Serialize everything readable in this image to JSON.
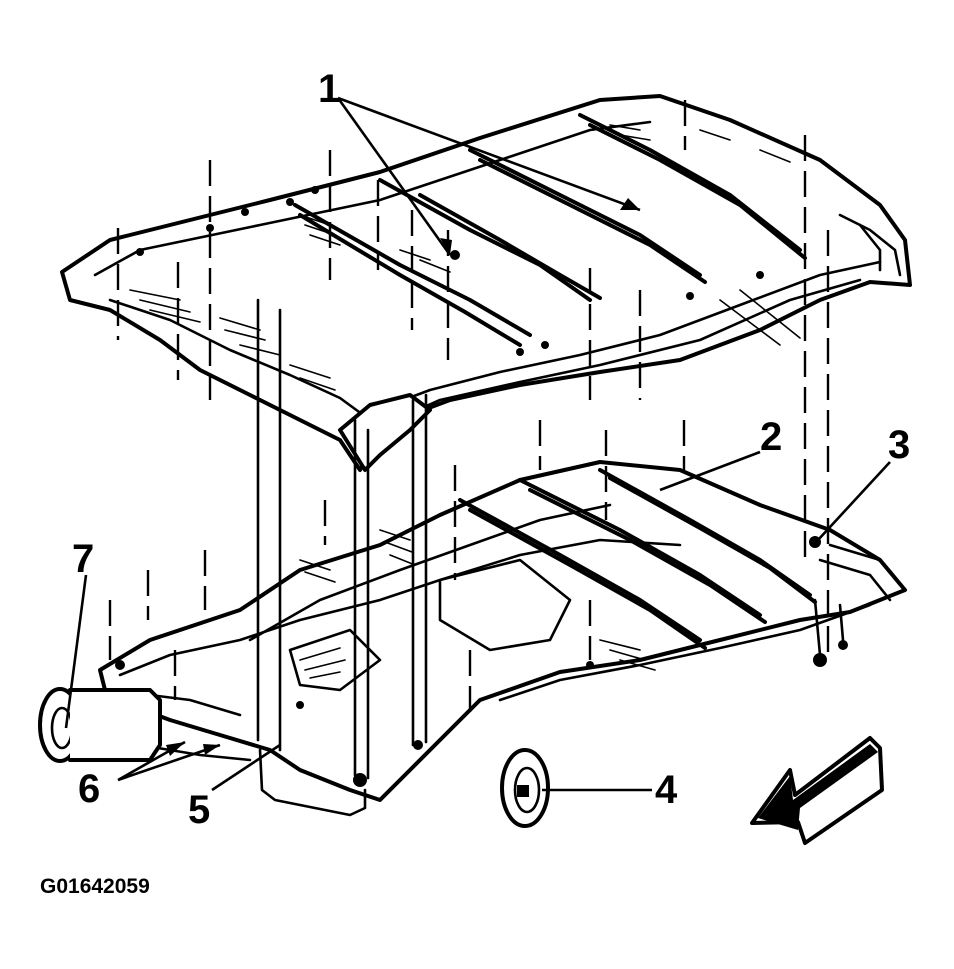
{
  "callouts": [
    {
      "id": "callout-1",
      "label": "1"
    },
    {
      "id": "callout-2",
      "label": "2"
    },
    {
      "id": "callout-3",
      "label": "3"
    },
    {
      "id": "callout-4",
      "label": "4"
    },
    {
      "id": "callout-5",
      "label": "5"
    },
    {
      "id": "callout-6",
      "label": "6"
    },
    {
      "id": "callout-7",
      "label": "7"
    }
  ],
  "figure_id": "G01642059",
  "colors": {
    "ink": "#000000",
    "paper": "#ffffff"
  },
  "icons": [
    "front-direction-arrow-icon"
  ]
}
